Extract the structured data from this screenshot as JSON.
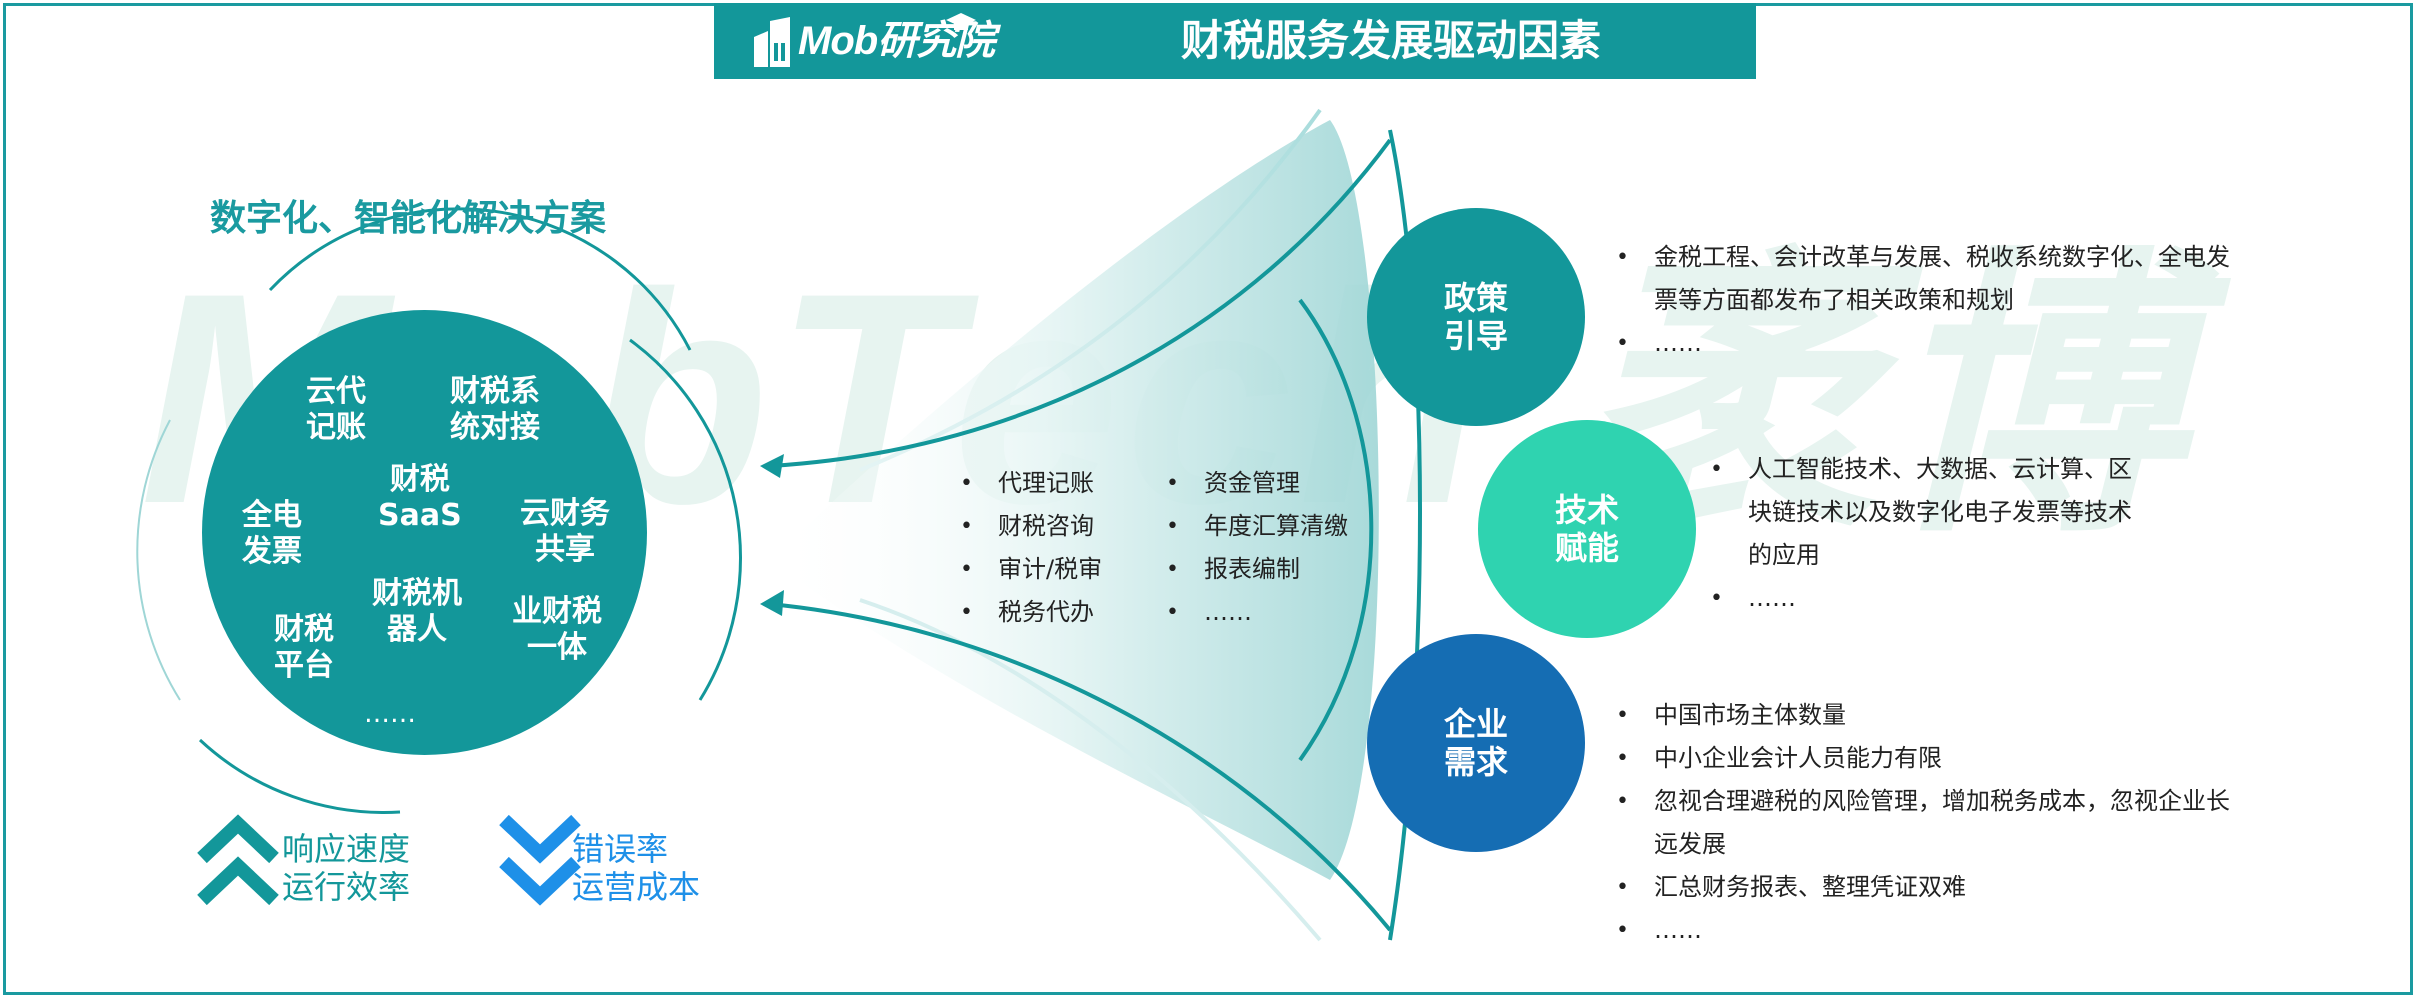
{
  "header": {
    "logo_text": "Mob研究院",
    "title": "财税服务发展驱动因素",
    "color": "#13979a"
  },
  "watermark": {
    "text": "MobTech 袤博"
  },
  "left": {
    "title": "数字化、智能化解决方案",
    "circle_color": "#13979a",
    "circle_items": [
      {
        "line1": "云代",
        "line2": "记账"
      },
      {
        "line1": "财税系",
        "line2": "统对接"
      },
      {
        "line1": "财税",
        "line2": "SaaS"
      },
      {
        "line1": "全电",
        "line2": "发票"
      },
      {
        "line1": "云财务",
        "line2": "共享"
      },
      {
        "line1": "财税机",
        "line2": "器人"
      },
      {
        "line1": "业财税",
        "line2": "一体"
      },
      {
        "line1": "财税",
        "line2": "平台"
      }
    ],
    "circle_more": "……",
    "up_metric": {
      "line1": "响应速度",
      "line2": "运行效率",
      "color": "#13979a"
    },
    "down_metric": {
      "line1": "错误率",
      "line2": "运营成本",
      "color": "#1e90e8"
    }
  },
  "services": {
    "col1": [
      "代理记账",
      "财税咨询",
      "审计/税审",
      "税务代办"
    ],
    "col2": [
      "资金管理",
      "年度汇算清缴",
      "报表编制",
      "……"
    ]
  },
  "drivers": [
    {
      "line1": "政策",
      "line2": "引导",
      "color": "#13979a",
      "bullets": [
        "金税工程、会计改革与发展、税收系统数字化、全电发票等方面都发布了相关政策和规划",
        "……"
      ]
    },
    {
      "line1": "技术",
      "line2": "赋能",
      "color": "#2fd3b0",
      "bullets": [
        "人工智能技术、大数据、云计算、区块链技术以及数字化电子发票等技术的应用",
        "……"
      ]
    },
    {
      "line1": "企业",
      "line2": "需求",
      "color": "#156db3",
      "bullets": [
        "中国市场主体数量",
        "中小企业会计人员能力有限",
        "忽视合理避税的风险管理，增加税务成本，忽视企业长远发展",
        "汇总财务报表、整理凭证双难",
        "……"
      ]
    }
  ]
}
